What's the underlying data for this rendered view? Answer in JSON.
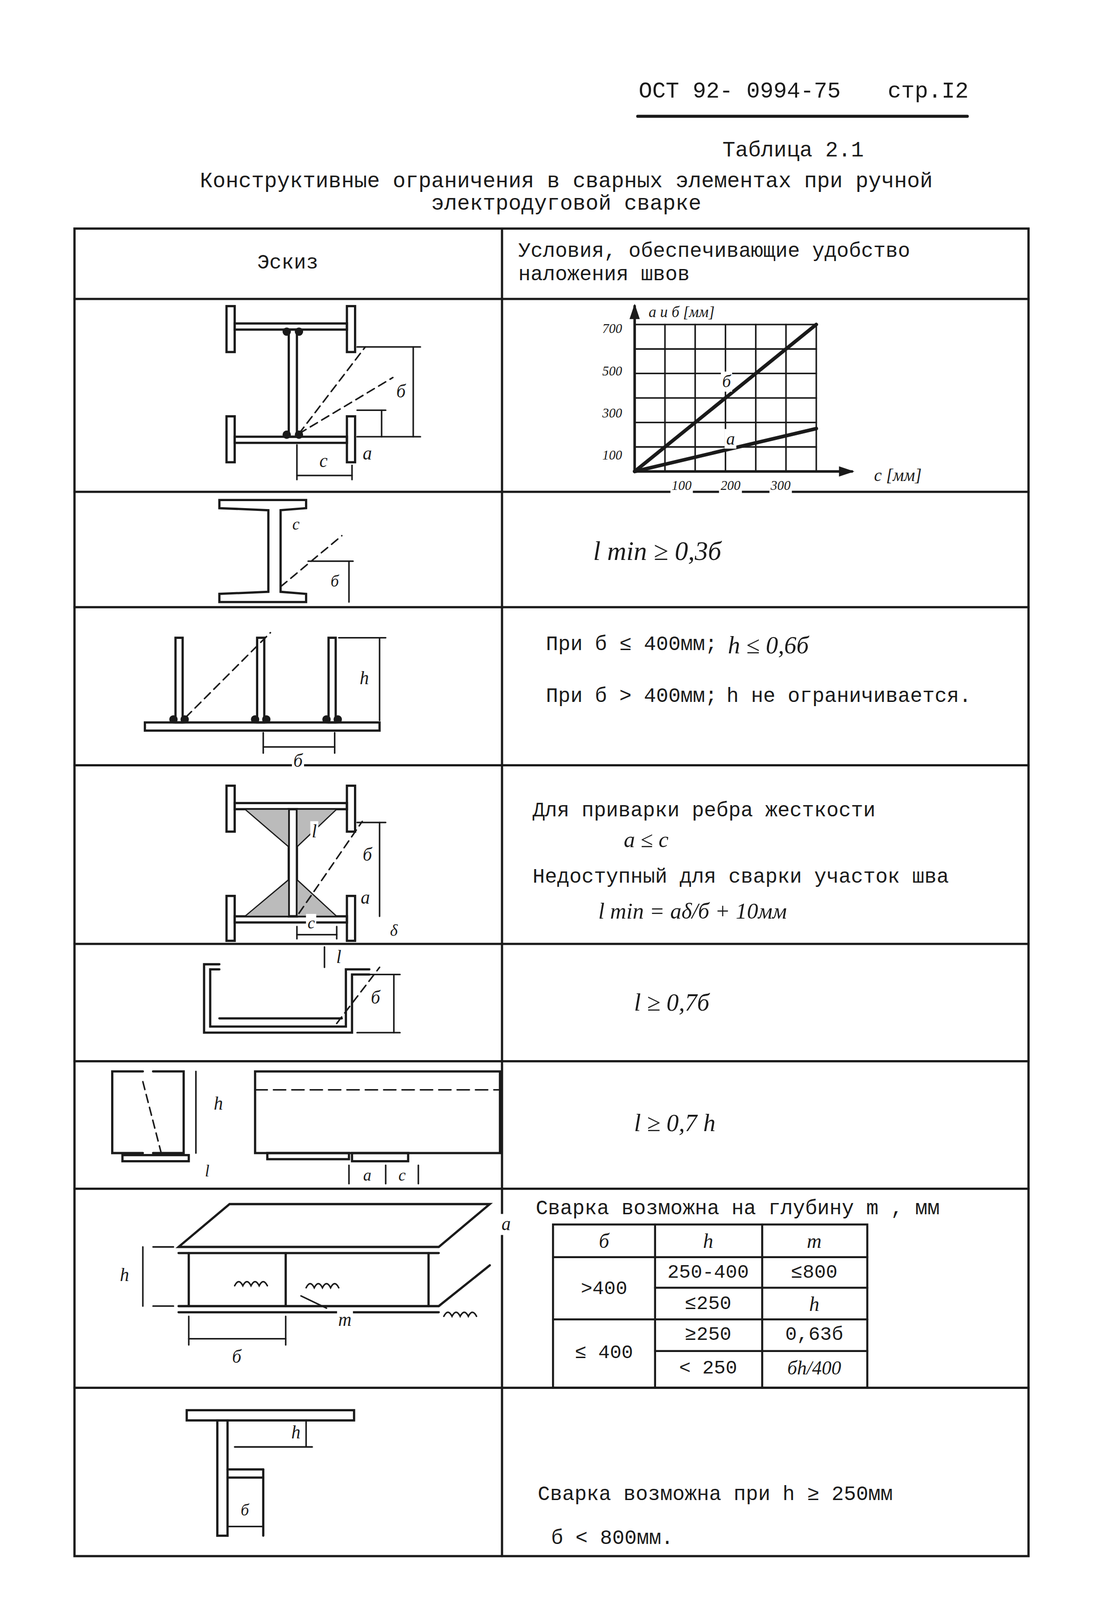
{
  "diagram": {
    "title": "Конструктивные ограничения в сварных элементах при ручной электродуговой сварке",
    "labels": [
      "ОСТ 92- 0994-75",
      "стр.I2",
      "Таблица 2.1",
      "Эскиз",
      "Условия, обеспечивающие удобство наложения швов",
      "a и б [мм]",
      "700",
      "500",
      "300",
      "100",
      "100",
      "200",
      "300",
      "c [мм]",
      "б",
      "a",
      "c",
      "a",
      "б",
      "l min ≥ 0,3б",
      "c",
      "б",
      "При б ≤ 400мм;",
      "h ≤ 0,6б",
      "При б > 400мм;",
      "h не ограничивается.",
      "h",
      "б",
      "Для приварки ребра жесткости",
      "a ≤ c",
      "Недоступный для сварки участок шва",
      "l min = aδ/б + 10мм",
      "l",
      "б",
      "a",
      "c",
      "δ",
      "l ≥ 0,7б",
      "l",
      "б",
      "l ≥ 0,7 h",
      "h",
      "l",
      "a",
      "c",
      "Сварка возможна на глубину m , мм",
      "б",
      "h",
      "m",
      ">400",
      "250-400",
      "≤800",
      "≤250",
      "h",
      "≤ 400",
      "≥250",
      "0,63б",
      "< 250",
      "бh/400",
      "h",
      "б",
      "m",
      "a",
      "Сварка возможна при h ≥ 250мм",
      "б < 800мм.",
      "h",
      "б"
    ]
  }
}
